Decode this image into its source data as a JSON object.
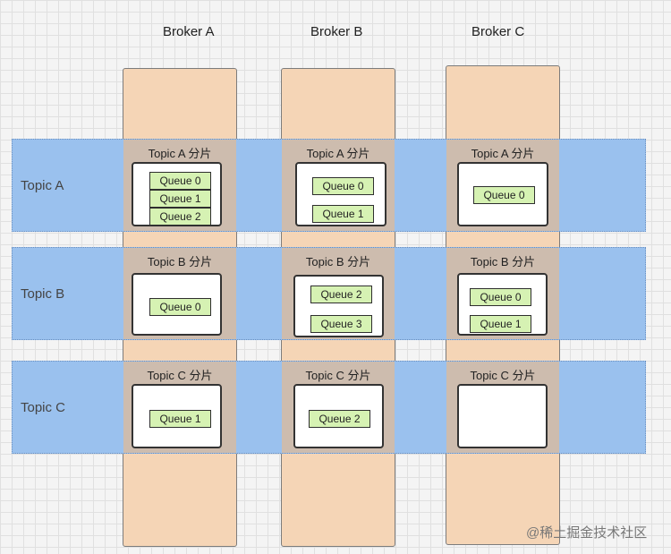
{
  "brokers": [
    "Broker A",
    "Broker B",
    "Broker C"
  ],
  "topics": [
    "Topic A",
    "Topic B",
    "Topic C"
  ],
  "shards": {
    "a": {
      "title_a": "Topic A 分片",
      "title_b": "Topic B 分片",
      "title_c": "Topic C 分片"
    },
    "b": {
      "title_a": "Topic A 分片",
      "title_b": "Topic B 分片",
      "title_c": "Topic C 分片"
    },
    "c": {
      "title_a": "Topic A 分片",
      "title_b": "Topic B 分片",
      "title_c": "Topic C 分片"
    }
  },
  "queues": {
    "broker_a": {
      "topic_a": [
        "Queue 0",
        "Queue 1",
        "Queue 2"
      ],
      "topic_b": [
        "Queue 0"
      ],
      "topic_c": [
        "Queue 1"
      ]
    },
    "broker_b": {
      "topic_a": [
        "Queue 0",
        "Queue 1"
      ],
      "topic_b": [
        "Queue 2",
        "Queue 3"
      ],
      "topic_c": [
        "Queue 2"
      ]
    },
    "broker_c": {
      "topic_a": [
        "Queue 0"
      ],
      "topic_b": [
        "Queue 0",
        "Queue 1"
      ],
      "topic_c": []
    }
  },
  "watermark": "@稀土掘金技术社区"
}
